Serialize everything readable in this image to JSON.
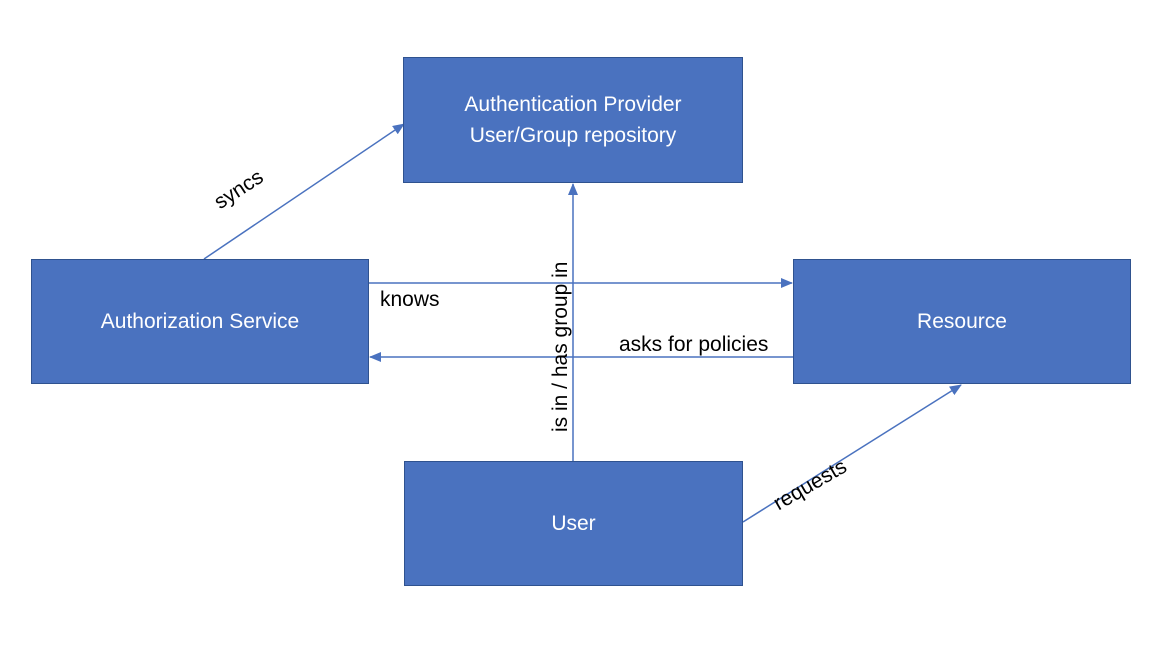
{
  "nodes": {
    "auth_provider": {
      "line1": "Authentication Provider",
      "line2": "User/Group repository"
    },
    "authz_service": {
      "label": "Authorization Service"
    },
    "resource": {
      "label": "Resource"
    },
    "user": {
      "label": "User"
    }
  },
  "edges": {
    "syncs": "syncs",
    "knows": "knows",
    "asks_for_policies": "asks for policies",
    "is_in_group": "is in / has group in",
    "requests": "requests"
  },
  "colors": {
    "box_fill": "#4a72bf",
    "box_border": "#2f528f",
    "edge": "#4a72bf",
    "box_text": "#ffffff",
    "label_text": "#000000"
  }
}
